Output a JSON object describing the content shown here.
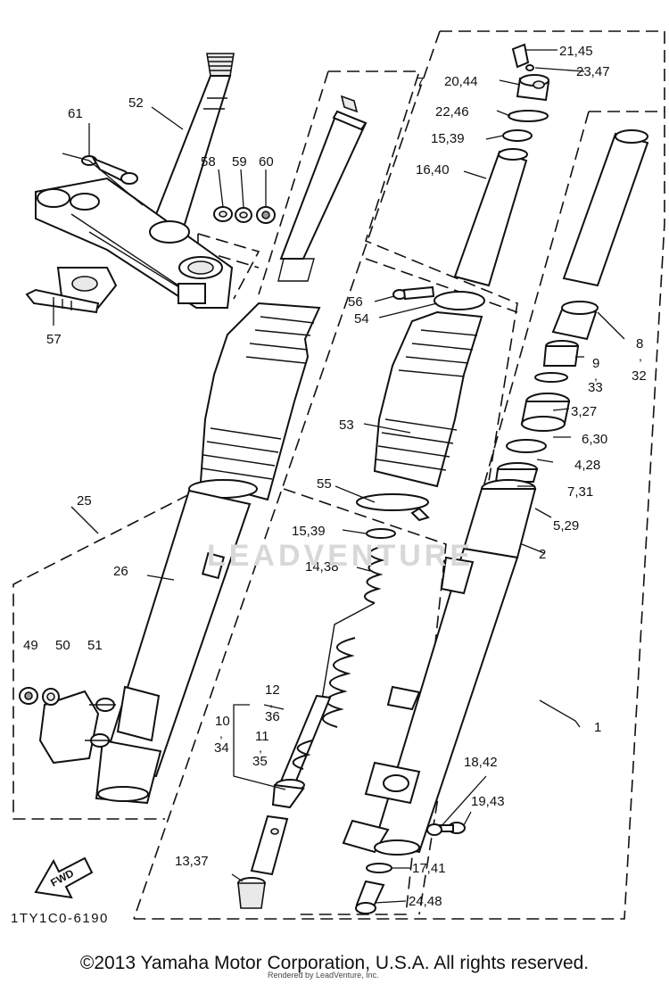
{
  "diagram_code": "1TY1C0-6190",
  "fwd_label": "FWD",
  "footer_text": "©2013 Yamaha Motor Corporation, U.S.A. All rights reserved.",
  "render_credit": "Rendered by LeadVenture, Inc.",
  "watermark_text": "LEADVENTURE",
  "callouts": {
    "p1": "1",
    "p2": "2",
    "p3_27": "3,27",
    "p4_28": "4,28",
    "p5_29": "5,29",
    "p6_30": "6,30",
    "p7": "7",
    "p7_31": "7,31",
    "p8": "8",
    "p8_comma": ",",
    "p32": "32",
    "p9": "9",
    "p9_comma": ",",
    "p33": "33",
    "p10": "10",
    "p10_comma": ",",
    "p34": "34",
    "p11": "11",
    "p11_comma": ",",
    "p35": "35",
    "p12": "12",
    "p12_comma": ",",
    "p36": "36",
    "p13_37": "13,37",
    "p14_38": "14,38",
    "p15_39_top": "15,39",
    "p15_39_mid": "15,39",
    "p16_40": "16,40",
    "p17_41": "17,41",
    "p18_42": "18,42",
    "p19_43": "19,43",
    "p20_44": "20,44",
    "p21_45": "21,45",
    "p22_46": "22,46",
    "p23_47": "23,47",
    "p24_48": "24,48",
    "p25": "25",
    "p26": "26",
    "p49": "49",
    "p50": "50",
    "p51": "51",
    "p52": "52",
    "p53": "53",
    "p54": "54",
    "p55": "55",
    "p56": "56",
    "p57": "57",
    "p58": "58",
    "p59": "59",
    "p60": "60",
    "p61": "61"
  }
}
